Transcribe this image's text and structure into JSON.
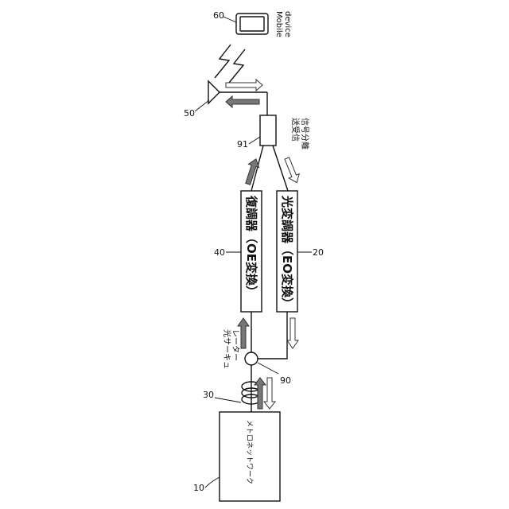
{
  "references": {
    "mobile_device": "60",
    "antenna": "50",
    "splitter": "91",
    "demodulator": "40",
    "modulator": "20",
    "coil": "30",
    "circulator": "90",
    "metro_network": "10"
  },
  "labels": {
    "mobile_device_line1": "Mobile",
    "mobile_device_line2": "device",
    "splitter_line1": "送受信",
    "splitter_line2": "信号分離",
    "demodulator_box": "復調器（OE変換）",
    "modulator_box": "光変調器（EO変換）",
    "circulator_line1": "光サーキュ",
    "circulator_line2": "レーター",
    "metro_network_box": "メトロネットワーク"
  }
}
